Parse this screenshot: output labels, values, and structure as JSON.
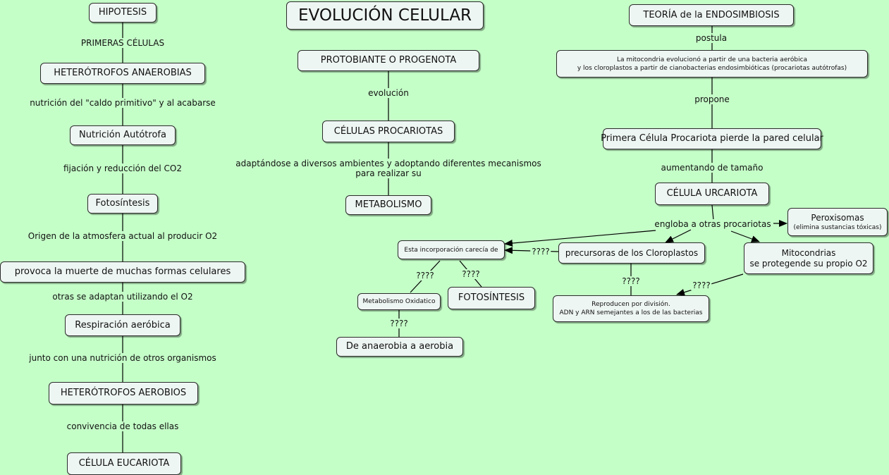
{
  "title": "EVOLUCIÓN CELULAR",
  "nodes": {
    "hipotesis": "HIPOTESIS",
    "heterotrofos_anaerobias": "HETERÓTROFOS ANAEROBIAS",
    "nutricion_autotrofa": "Nutrición Autótrofa",
    "fotosintesis_left": "Fotosíntesis",
    "provoca": "provoca la muerte de muchas formas celulares",
    "respiracion": "Respiración aeróbica",
    "heterotrofos_aerobios": "HETERÓTROFOS AEROBIOS",
    "celula_eucariota": "CÉLULA EUCARIOTA",
    "protobiante": "PROTOBIANTE O PROGENOTA",
    "celulas_procariotas": "CÉLULAS PROCARIOTAS",
    "metabolismo": "METABOLISMO",
    "teoria": "TEORÍA de la ENDOSIMBIOSIS",
    "mitocondria_line1": "La mitocondria evolucionó a partir de una bacteria aeróbica",
    "mitocondria_line2": "y los cloroplastos a partir de cianobacterias endosimbióticas (procariotas autótrofas)",
    "primera_celula": "Primera Célula Procariota pierde la pared celular",
    "urcariota": "CÉLULA URCARIOTA",
    "peroxisomas": "Peroxisomas",
    "peroxisomas_sub": "(elimina sustancias tóxicas)",
    "mitocondrias_line1": "Mitocondrias",
    "mitocondrias_line2": "se protegende su propio O2",
    "precursoras": "precursoras de los Cloroplastos",
    "incorporacion": "Esta incorporación carecía de",
    "metabolismo_oxidatico": "Metabolismo Oxidatico",
    "fotosintesis_caps": "FOTOSÍNTESIS",
    "anaerobia": "De anaerobia a aerobia",
    "reproducen_line1": "Reproducen por división.",
    "reproducen_line2": "ADN y ARN semejantes a los de las bacterias"
  },
  "labels": {
    "primeras": "PRIMERAS CÉLULAS",
    "nutricion_caldo": "nutrición del \"caldo primitivo\" y al acabarse",
    "fijacion": "fijación y reducción del CO2",
    "origen": "Origen de la atmosfera actual al producir O2",
    "otras": "otras se adaptan utilizando el O2",
    "junto": "junto con una nutrición de otros organismos",
    "convivencia": "convivencia de todas ellas",
    "evolucion": "evolución",
    "adaptandose_1": "adaptándose a diversos ambientes y adoptando diferentes mecanismos",
    "adaptandose_2": "para realizar su",
    "postula": "postula",
    "propone": "propone",
    "aumentando": "aumentando de tamaño",
    "engloba": "engloba a otras procariotas",
    "q_precursoras": "????",
    "q_reproducen": "????",
    "q_mitocondrias": "????",
    "q_metabolismo": "????",
    "q_fotosintesis": "????",
    "q_anaerobia": "????"
  }
}
